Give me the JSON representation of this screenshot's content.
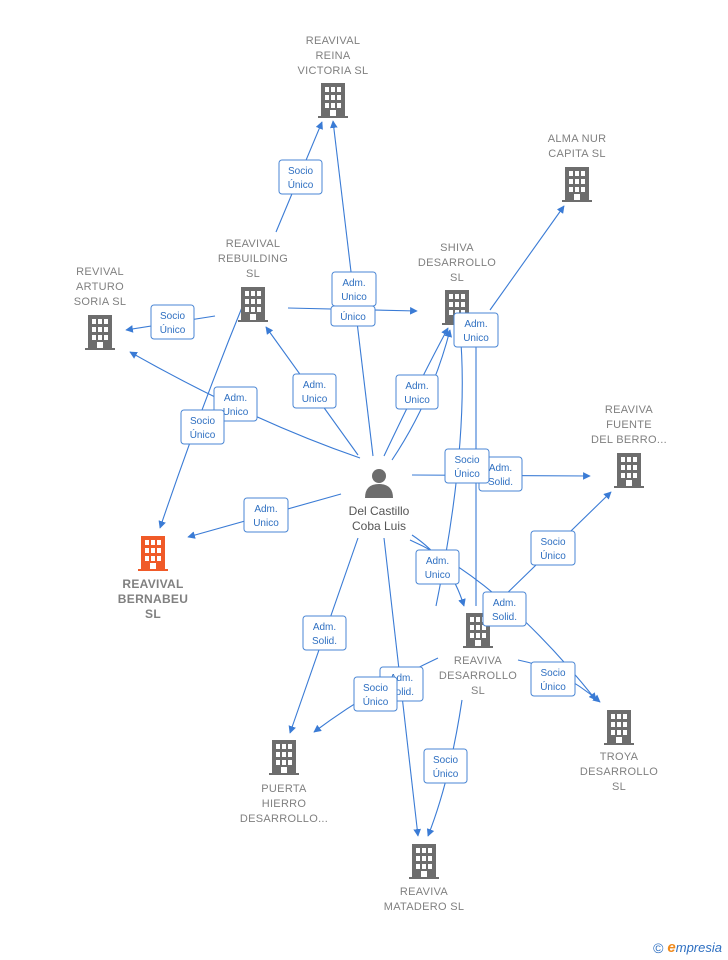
{
  "colors": {
    "edge": "#3a7bd5",
    "building": "#6d6d6d",
    "focus_building": "#f05a28",
    "label": "#808080"
  },
  "center": {
    "name_line1": "Del Castillo",
    "name_line2": "Coba Luis",
    "icon": "person-icon"
  },
  "companies": [
    {
      "id": "reina",
      "lines": [
        "REAVIVAL",
        "REINA",
        "VICTORIA  SL"
      ]
    },
    {
      "id": "alma",
      "lines": [
        "ALMA NUR",
        "CAPITA  SL"
      ]
    },
    {
      "id": "rebuilding",
      "lines": [
        "REAVIVAL",
        "REBUILDING",
        "SL"
      ]
    },
    {
      "id": "arturo",
      "lines": [
        "REVIVAL",
        "ARTURO",
        "SORIA  SL"
      ]
    },
    {
      "id": "shiva",
      "lines": [
        "SHIVA",
        "DESARROLLO",
        "SL"
      ]
    },
    {
      "id": "fuente",
      "lines": [
        "REAVIVA",
        "FUENTE",
        "DEL BERRO..."
      ]
    },
    {
      "id": "bernabeu",
      "lines": [
        "REAVIVAL",
        "BERNABEU",
        "SL"
      ],
      "focus": true
    },
    {
      "id": "desarrollo",
      "lines": [
        "REAVIVA",
        "DESARROLLO",
        "SL"
      ]
    },
    {
      "id": "troya",
      "lines": [
        "TROYA",
        "DESARROLLO",
        "SL"
      ]
    },
    {
      "id": "puerta",
      "lines": [
        "PUERTA",
        "HIERRO",
        "DESARROLLO..."
      ]
    },
    {
      "id": "matadero",
      "lines": [
        "REAVIVA",
        "MATADERO  SL"
      ]
    }
  ],
  "edge_labels": [
    {
      "id": "l1",
      "lines": [
        "Socio",
        "Único"
      ]
    },
    {
      "id": "l2",
      "lines": [
        "Adm.",
        "Unico"
      ]
    },
    {
      "id": "l3",
      "lines": [
        "Socio",
        "Único"
      ]
    },
    {
      "id": "l4",
      "lines": [
        "Único"
      ]
    },
    {
      "id": "l5",
      "lines": [
        "Adm.",
        "Unico"
      ]
    },
    {
      "id": "l6",
      "lines": [
        "Adm.",
        "Unico"
      ]
    },
    {
      "id": "l7",
      "lines": [
        "Adm.",
        "Unico"
      ]
    },
    {
      "id": "l8",
      "lines": [
        "Socio",
        "Único"
      ]
    },
    {
      "id": "l9",
      "lines": [
        "Adm.",
        "Unico"
      ]
    },
    {
      "id": "l10",
      "lines": [
        "Adm.",
        "Unico"
      ]
    },
    {
      "id": "l11",
      "lines": [
        "Adm.",
        "Solid."
      ]
    },
    {
      "id": "l12",
      "lines": [
        "Socio",
        "Único"
      ]
    },
    {
      "id": "l13",
      "lines": [
        "Socio",
        "Único"
      ]
    },
    {
      "id": "l14",
      "lines": [
        "Adm.",
        "Unico"
      ]
    },
    {
      "id": "l15",
      "lines": [
        "Adm.",
        "Solid."
      ]
    },
    {
      "id": "l16",
      "lines": [
        "Adm.",
        "Solid."
      ]
    },
    {
      "id": "l17",
      "lines": [
        "Adm.",
        "Solid."
      ]
    },
    {
      "id": "l18",
      "lines": [
        "Socio",
        "Único"
      ]
    },
    {
      "id": "l19",
      "lines": [
        "Socio",
        "Único"
      ]
    },
    {
      "id": "l20",
      "lines": [
        "Socio",
        "Único"
      ]
    }
  ],
  "brand": {
    "copyright": "©",
    "initial": "e",
    "rest": "mpresia"
  }
}
